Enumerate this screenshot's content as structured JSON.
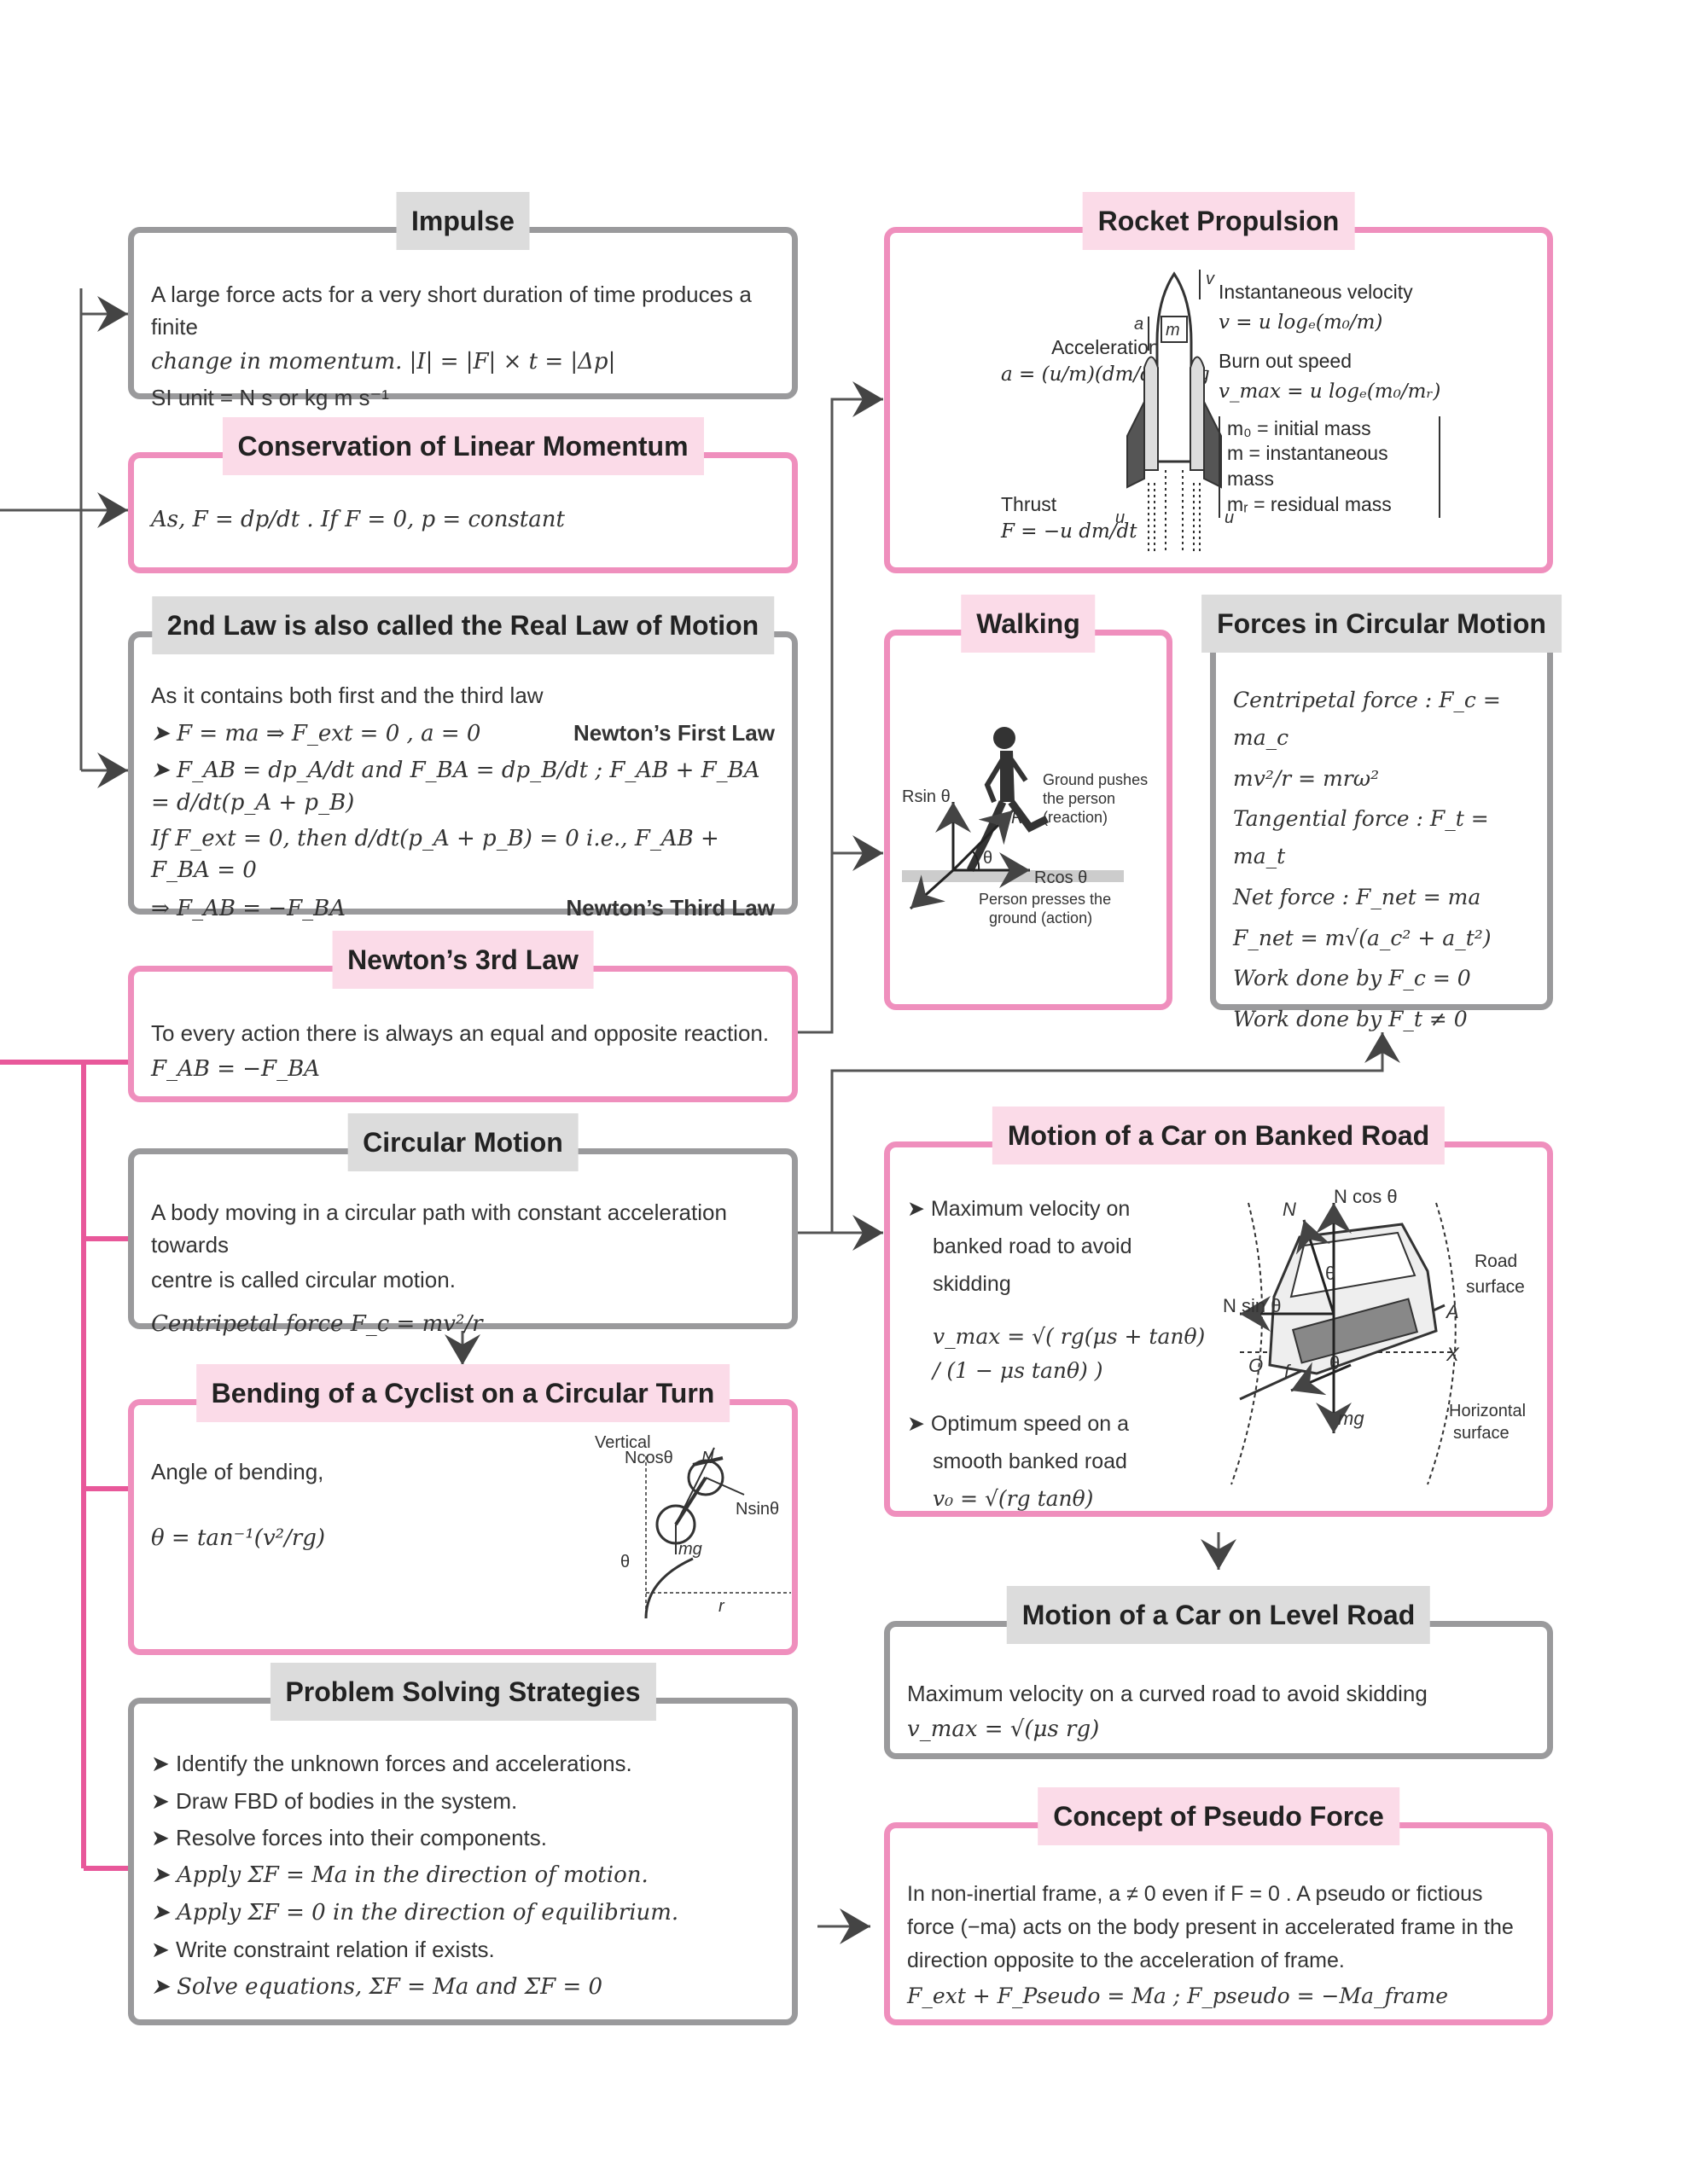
{
  "impulse": {
    "title": "Impulse",
    "line1": "A large force acts for a very short duration of  time produces a finite",
    "line2": "change in momentum. |I| = |F| × t = |Δp|",
    "line3": "SI unit = N s or kg m s⁻¹"
  },
  "conservation": {
    "title": "Conservation of Linear Momentum",
    "text": "As, F = dp/dt . If F = 0, p = constant"
  },
  "second_law": {
    "title": "2nd Law is also called the Real Law of Motion",
    "intro": "As it contains both first and the third law",
    "l1": "➤ F = ma ⇒ F_ext = 0 , a = 0",
    "l1_tag": "Newton’s First Law",
    "l2": "➤ F_AB = dp_A/dt  and  F_BA = dp_B/dt ;  F_AB + F_BA = d/dt(p_A + p_B)",
    "l3": "If F_ext = 0, then d/dt(p_A + p_B) = 0  i.e.,  F_AB + F_BA = 0",
    "l4": "⇒ F_AB = −F_BA",
    "l4_tag": "Newton’s Third Law"
  },
  "third_law": {
    "title": "Newton’s 3rd Law",
    "line1": "To every action there is always an equal and opposite reaction.",
    "line2": "F_AB = −F_BA"
  },
  "circular": {
    "title": "Circular Motion",
    "line1": "A body moving in a circular path with constant acceleration towards",
    "line2": "centre is called circular motion.",
    "line3": "Centripetal force  F_c = mv²/r"
  },
  "cyclist": {
    "title": "Bending of a Cyclist on a Circular Turn",
    "line1": "Angle of bending,",
    "line2": "θ = tan⁻¹(v²/rg)",
    "fig": {
      "vertical": "Vertical",
      "ncos": "Ncosθ",
      "n": "N",
      "nsin": "Nsinθ",
      "theta": "θ",
      "mg": "mg",
      "r": "r"
    }
  },
  "strategies": {
    "title": "Problem Solving Strategies",
    "items": [
      "Identify the unknown forces and accelerations.",
      "Draw FBD of bodies in the system.",
      "Resolve forces into their components.",
      "Apply ΣF = Ma  in the direction of motion.",
      "Apply ΣF = 0  in the direction of equilibrium.",
      "Write constraint relation if exists.",
      "Solve equations,  ΣF = Ma and ΣF = 0"
    ]
  },
  "rocket": {
    "title": "Rocket Propulsion",
    "accel_label": "Acceleration",
    "accel_eq": "a = (u/m)(dm/dt) − g",
    "inst_label": "Instantaneous velocity",
    "inst_eq": "v = u logₑ(m₀/m)",
    "burn_label": "Burn out speed",
    "burn_eq": "v_max = u logₑ(m₀/mᵣ)",
    "thrust_label": "Thrust",
    "thrust_eq": "F = −u dm/dt",
    "m0": "m₀ = initial mass",
    "m": "m = instantaneous mass",
    "mr": "mᵣ = residual mass",
    "fig": {
      "a": "a",
      "m": "m",
      "v": "v",
      "u1": "u",
      "u2": "u"
    }
  },
  "walking": {
    "title": "Walking",
    "rsin": "Rsin θ",
    "r": "R",
    "rcos": "Rcos θ",
    "theta": "θ",
    "ground1": "Ground pushes",
    "ground2": "the person",
    "ground3": "(reaction)",
    "person1": "Person presses the",
    "person2": "ground (action)"
  },
  "forces_circ": {
    "title": "Forces in Circular Motion",
    "l1": "Centripetal force : F_c = ma_c",
    "l2": "mv²/r = mrω²",
    "l3": "Tangential force : F_t = ma_t",
    "l4": "Net force : F_net = ma",
    "l5": "F_net = m√(a_c² + a_t²)",
    "l6": "Work done by  F_c = 0",
    "l7": "Work done by  F_t ≠ 0"
  },
  "banked": {
    "title": "Motion of a Car on Banked Road",
    "b1a": "Maximum velocity on",
    "b1b": "banked road to avoid",
    "b1c": "skidding",
    "eq1": "v_max = √( rg(μs + tanθ) / (1 − μs tanθ) )",
    "b2a": "Optimum speed on a",
    "b2b": "smooth banked road",
    "eq2": "v₀ = √(rg tanθ)",
    "fig": {
      "n": "N",
      "ncos": "N cos θ",
      "nsin": "N sin θ",
      "road1": "Road",
      "road2": "surface",
      "a": "A",
      "x": "X",
      "o": "O",
      "f": "f",
      "mg": "mg",
      "theta1": "θ",
      "theta2": "θ",
      "hor1": "Horizontal",
      "hor2": "surface"
    }
  },
  "level": {
    "title": "Motion of a Car on Level Road",
    "line1": "Maximum velocity on a curved road to avoid skidding",
    "line2": "v_max = √(μs rg)"
  },
  "pseudo": {
    "title": "Concept of Pseudo Force",
    "line1": "In non-inertial frame,  a ≠ 0  even if  F = 0 . A pseudo or fictious",
    "line2": "force  (−ma)  acts on the body present in accelerated frame in the",
    "line3": "direction opposite to the acceleration of frame.",
    "line4": "F_ext + F_Pseudo = Ma ;  F_pseudo = −Ma_frame"
  },
  "colors": {
    "pink": "#ef8fbd",
    "gray": "#9a9a9c",
    "magenta": "#e8589a",
    "title_gray": "#dcdcdc",
    "title_pink": "#fbdbe8"
  }
}
